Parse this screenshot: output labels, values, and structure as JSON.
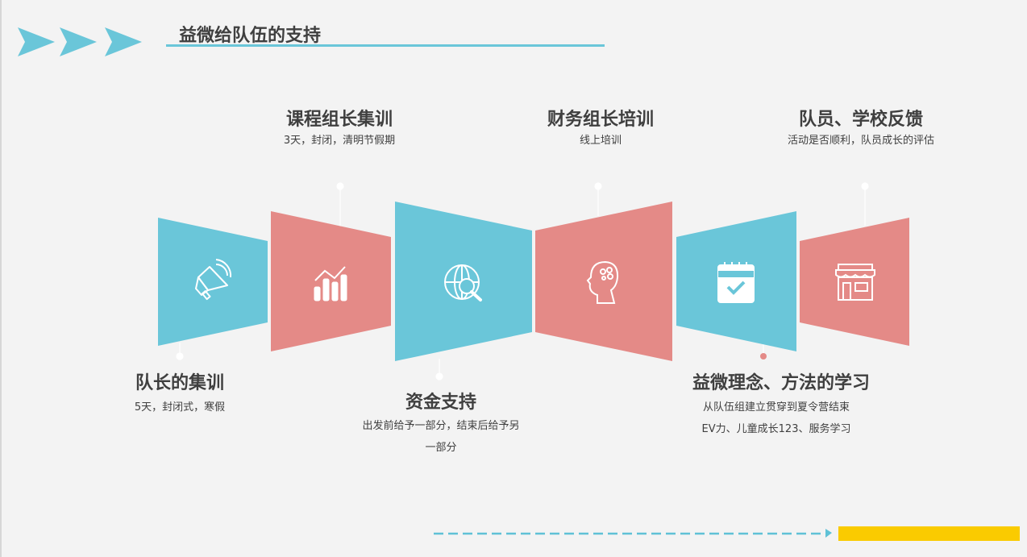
{
  "title": "益微给队伍的支持",
  "colors": {
    "blue": "#6ac6d9",
    "red": "#e48a87",
    "yellow": "#facb00",
    "text": "#3f3f3f"
  },
  "items": [
    {
      "title": "队长的集训",
      "desc": [
        "5天，封闭式，寒假"
      ],
      "icon": "megaphone-icon"
    },
    {
      "title": "课程组长集训",
      "desc": [
        "3天，封闭，清明节假期"
      ],
      "icon": "bar-chart-growth-icon"
    },
    {
      "title": "资金支持",
      "desc": [
        "出发前给予一部分，结束后给予另",
        "一部分"
      ],
      "icon": "globe-search-icon"
    },
    {
      "title": "财务组长培训",
      "desc": [
        "线上培训"
      ],
      "icon": "head-brain-icon"
    },
    {
      "title": "益微理念、方法的学习",
      "desc": [
        "从队伍组建立贯穿到夏令营结束",
        "EV力、儿童成长123、服务学习"
      ],
      "icon": "calendar-check-icon"
    },
    {
      "title": "队员、学校反馈",
      "desc": [
        "活动是否顺利，队员成长的评估"
      ],
      "icon": "storefront-icon"
    }
  ]
}
